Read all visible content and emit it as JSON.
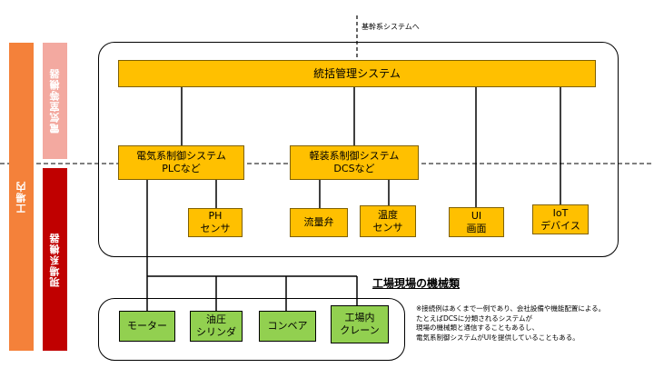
{
  "top_label": "基幹系システムへ",
  "side": {
    "factory": "工場内",
    "electric_room": "電気室等機器",
    "field": "現場系機器"
  },
  "integrated": "統括管理システム",
  "controllers": {
    "electric": "電気系制御システム\nPLCなど",
    "instrument": "軽装系制御システム\nDCSなど"
  },
  "devices": {
    "ph": "PH\nセンサ",
    "flow": "流量弁",
    "temp": "温度\nセンサ",
    "ui": "UI\n画面",
    "iot": "IoT\nデバイス"
  },
  "machinery_title": "工場現場の機械類",
  "machines": [
    "モーター",
    "油圧\nシリンダ",
    "コンベア",
    "工場内\nクレーン"
  ],
  "note": "※接続例はあくまで一例であり、会社設備や機能配置による。\nたとえばDCSに分類されるシステムが\n現場の機械類と通信することもあるし、\n電気系制御システムがUIを提供していることもある。",
  "colors": {
    "orange": "#F4813A",
    "pink": "#F3A9A0",
    "red": "#C00000",
    "yellow": "#FFC000",
    "green": "#92D050"
  }
}
